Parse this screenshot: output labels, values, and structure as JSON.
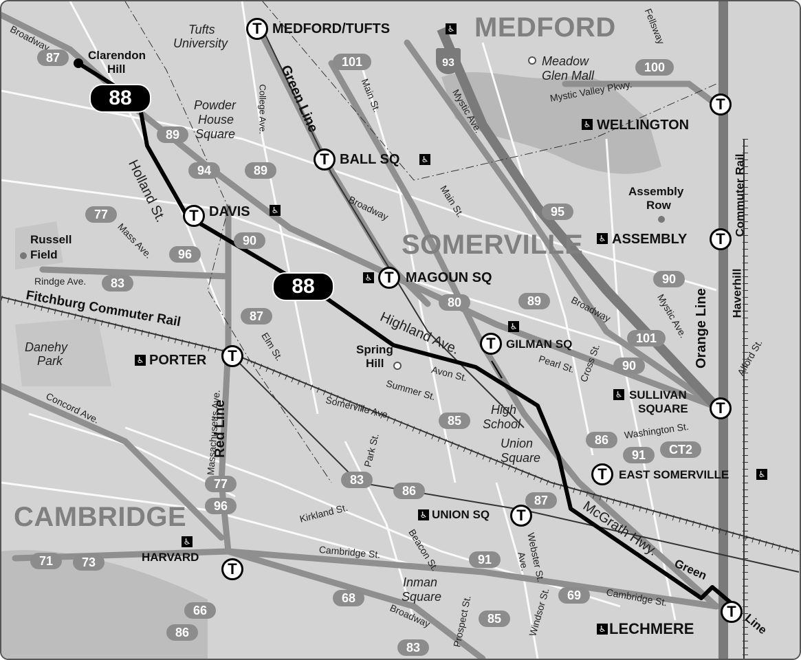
{
  "areas": {
    "medford": "MEDFORD",
    "somerville": "SOMERVILLE",
    "cambridge": "CAMBRIDGE"
  },
  "route": {
    "number": "88"
  },
  "stations": {
    "medford_tufts": "MEDFORD/TUFTS",
    "ball_sq": "BALL SQ",
    "davis": "DAVIS",
    "magoun_sq": "MAGOUN SQ",
    "gilman_sq": "GILMAN SQ",
    "porter": "PORTER",
    "wellington": "WELLINGTON",
    "assembly": "ASSEMBLY",
    "sullivan_1": "SULLIVAN",
    "sullivan_2": "SQUARE",
    "east_somerville": "EAST SOMERVILLE",
    "union_sq": "UNION SQ",
    "harvard": "HARVARD",
    "lechmere": "LECHMERE"
  },
  "places": {
    "clarendon_1": "Clarendon",
    "clarendon_2": "Hill",
    "tufts_1": "Tufts",
    "tufts_2": "University",
    "powder_1": "Powder",
    "powder_2": "House",
    "powder_3": "Square",
    "meadow_1": "Meadow",
    "meadow_2": "Glen Mall",
    "assembly_row_1": "Assembly",
    "assembly_row_2": "Row",
    "russell_1": "Russell",
    "russell_2": "Field",
    "danehy_1": "Danehy",
    "danehy_2": "Park",
    "spring_1": "Spring",
    "spring_2": "Hill",
    "high_1": "High",
    "high_2": "School",
    "union_1": "Union",
    "union_2": "Square",
    "inman_1": "Inman",
    "inman_2": "Square"
  },
  "lines": {
    "green_line": "Green Line",
    "red_line": "Red Line",
    "orange_line": "Orange Line",
    "haverhill": "Haverhill",
    "commuter_rail": "Commuter Rail",
    "fitchburg": "Fitchburg Commuter Rail",
    "green_2": "Green",
    "line_2": "Line"
  },
  "streets": {
    "broadway_nw": "Broadway",
    "holland": "Holland St.",
    "college": "College Ave.",
    "main_st_1": "Main St.",
    "main_st_2": "Main St.",
    "mystic_ave_1": "Mystic Ave.",
    "mystic_ave_2": "Mystic Ave.",
    "fellsway": "Fellsway",
    "mystic_valley": "Mystic Valley Pkwy.",
    "broadway_mid": "Broadway",
    "broadway_e": "Broadway",
    "broadway_s": "Broadway",
    "mass_ave": "Mass Ave.",
    "rindge": "Rindge Ave.",
    "highland": "Highland Ave.",
    "elm": "Elm St.",
    "pearl": "Pearl St.",
    "cross": "Cross St.",
    "alford": "Alford St.",
    "avon": "Avon St.",
    "summer": "Summer St.",
    "somerville_ave": "Somerville Ave.",
    "washington": "Washington St.",
    "concord": "Concord Ave.",
    "massachusetts": "Massachusetts Ave.",
    "park": "Park St.",
    "kirkland": "Kirkland St.",
    "beacon": "Beacon St.",
    "mcgrath": "McGrath Hwy.",
    "webster_1": "Webster St.",
    "webster_2": "Ave.",
    "cambridge_st_1": "Cambridge St.",
    "cambridge_st_2": "Cambridge St.",
    "prospect": "Prospect St.",
    "windsor": "Windsor St."
  },
  "shields": {
    "r87_nw": "87",
    "r89_a": "89",
    "r94": "94",
    "r89_b": "89",
    "r101_n": "101",
    "r100": "100",
    "r95": "95",
    "r77_w": "77",
    "r90_a": "90",
    "r96_a": "96",
    "r83_a": "83",
    "r87_mid": "87",
    "r80": "80",
    "r89_c": "89",
    "r90_b": "90",
    "r101_e": "101",
    "r90_c": "90",
    "r85_a": "85",
    "r86_a": "86",
    "r91_a": "91",
    "ct2": "CT2",
    "r77_s": "77",
    "r96_s": "96",
    "r83_b": "83",
    "r86_b": "86",
    "r87_s": "87",
    "r71": "71",
    "r73": "73",
    "r91_b": "91",
    "r69": "69",
    "r68": "68",
    "r66": "66",
    "r86_c": "86",
    "r85_b": "85",
    "r83_c": "83",
    "i93": "93"
  },
  "icons": {
    "station": "T",
    "accessible": "♿"
  }
}
